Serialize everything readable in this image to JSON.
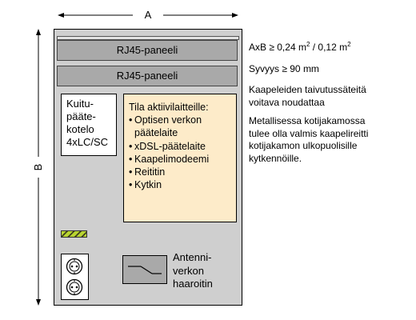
{
  "dimensions": {
    "width_label": "A",
    "height_label": "B"
  },
  "cabinet": {
    "panels": [
      "RJ45-paneeli",
      "RJ45-paneeli"
    ],
    "fiber_box": {
      "lines": [
        "Kuitu-",
        "pääte-",
        "kotelo",
        "4xLC/SC"
      ]
    },
    "active_area": {
      "title": "Tila aktiivilaitteille:",
      "items": [
        {
          "text": "Optisen verkon",
          "bullet": true
        },
        {
          "text": "päätelaite",
          "bullet": false
        },
        {
          "text": "xDSL-päätelaite",
          "bullet": true
        },
        {
          "text": "Kaapelimodeemi",
          "bullet": true
        },
        {
          "text": "Reititin",
          "bullet": true
        },
        {
          "text": "Kytkin",
          "bullet": true
        }
      ]
    },
    "antenna_splitter": {
      "lines": [
        "Antenni-",
        "verkon",
        "haaroitin"
      ]
    }
  },
  "notes": {
    "area_prefix": "AxB ≥ 0,24 m",
    "area_exp1": "2",
    "area_mid": " / 0,12 m",
    "area_exp2": "2",
    "depth": "Syvyys ≥ 90 mm",
    "bend": [
      "Kaapeleiden taivutussäteitä",
      "voitava noudattaa"
    ],
    "metal": [
      "Metallisessa kotijakamossa",
      "tulee olla valmis kaapelireitti",
      "kotijakamon ulkopuolisille",
      "kytkennöille."
    ]
  },
  "colors": {
    "cabinet": "#cfcfcf",
    "panel": "#a9a9a9",
    "active_area": "#fdebc9",
    "hatch_green": "#b8d430"
  }
}
